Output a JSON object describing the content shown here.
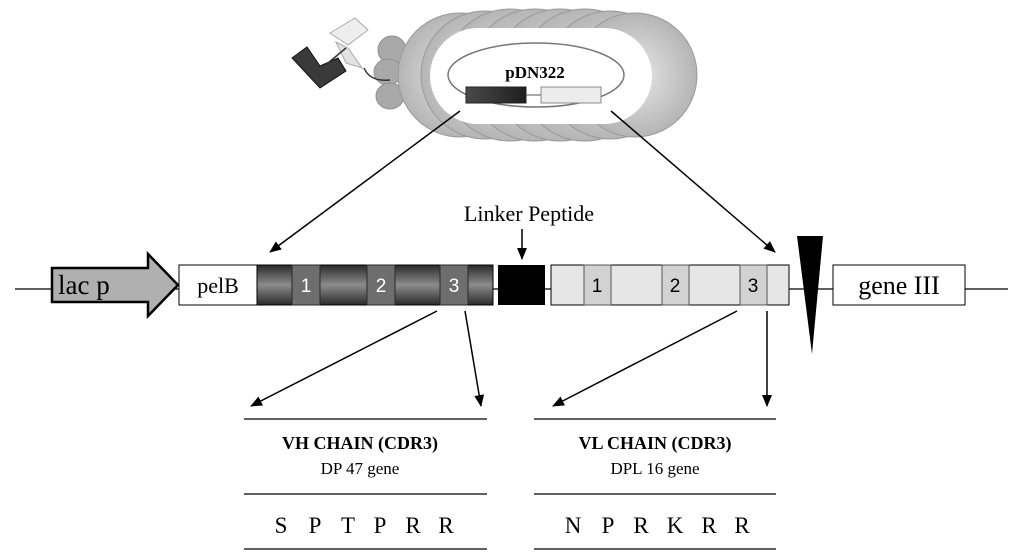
{
  "plasmid": {
    "label": "pDN322"
  },
  "construct": {
    "promoter": "lac p",
    "leader": "pelB",
    "linker_label": "Linker Peptide",
    "gene3": "gene III",
    "vh_cdrs": [
      "1",
      "2",
      "3"
    ],
    "vl_cdrs": [
      "1",
      "2",
      "3"
    ]
  },
  "vh_panel": {
    "title": "VH CHAIN (CDR3)",
    "gene": "DP 47 gene",
    "sequence": [
      "S",
      "P",
      "T",
      "P",
      "R",
      "R"
    ]
  },
  "vl_panel": {
    "title": "VL CHAIN (CDR3)",
    "gene": "DPL 16 gene",
    "sequence": [
      "N",
      "P",
      "R",
      "K",
      "R",
      "R"
    ]
  },
  "colors": {
    "vh_dark": "#3a3a3a",
    "vh_mid": "#8a8a8a",
    "cdr_fill": "#6e6e6e",
    "vl_fill": "#e6e6e6",
    "linker": "#000000",
    "promoter_fill": "#b0b0b0"
  }
}
